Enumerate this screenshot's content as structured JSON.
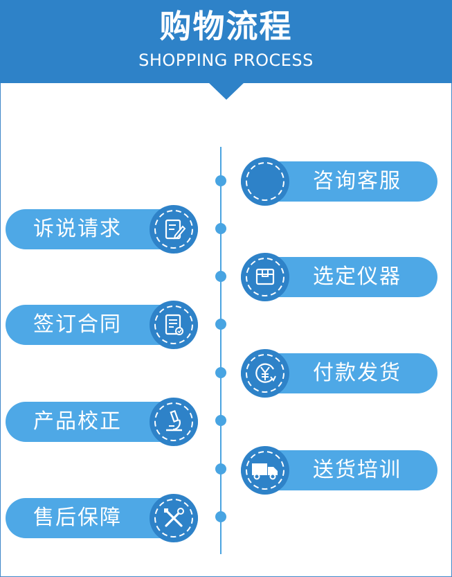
{
  "header": {
    "title": "购物流程",
    "subtitle": "SHOPPING PROCESS"
  },
  "steps_right": [
    {
      "label": "咨询客服",
      "icon": "headset-icon"
    },
    {
      "label": "选定仪器",
      "icon": "box-icon"
    },
    {
      "label": "付款发货",
      "icon": "yen-icon"
    },
    {
      "label": "送货培训",
      "icon": "truck-icon"
    }
  ],
  "steps_left": [
    {
      "label": "诉说请求",
      "icon": "edit-note-icon"
    },
    {
      "label": "签订合同",
      "icon": "contract-icon"
    },
    {
      "label": "产品校正",
      "icon": "microscope-icon"
    },
    {
      "label": "售后保障",
      "icon": "tools-icon"
    }
  ],
  "colors": {
    "header": "#2e82c8",
    "pill": "#4ea8e6",
    "icon_circle": "#2e82c8",
    "timeline": "#4aa3e0"
  }
}
